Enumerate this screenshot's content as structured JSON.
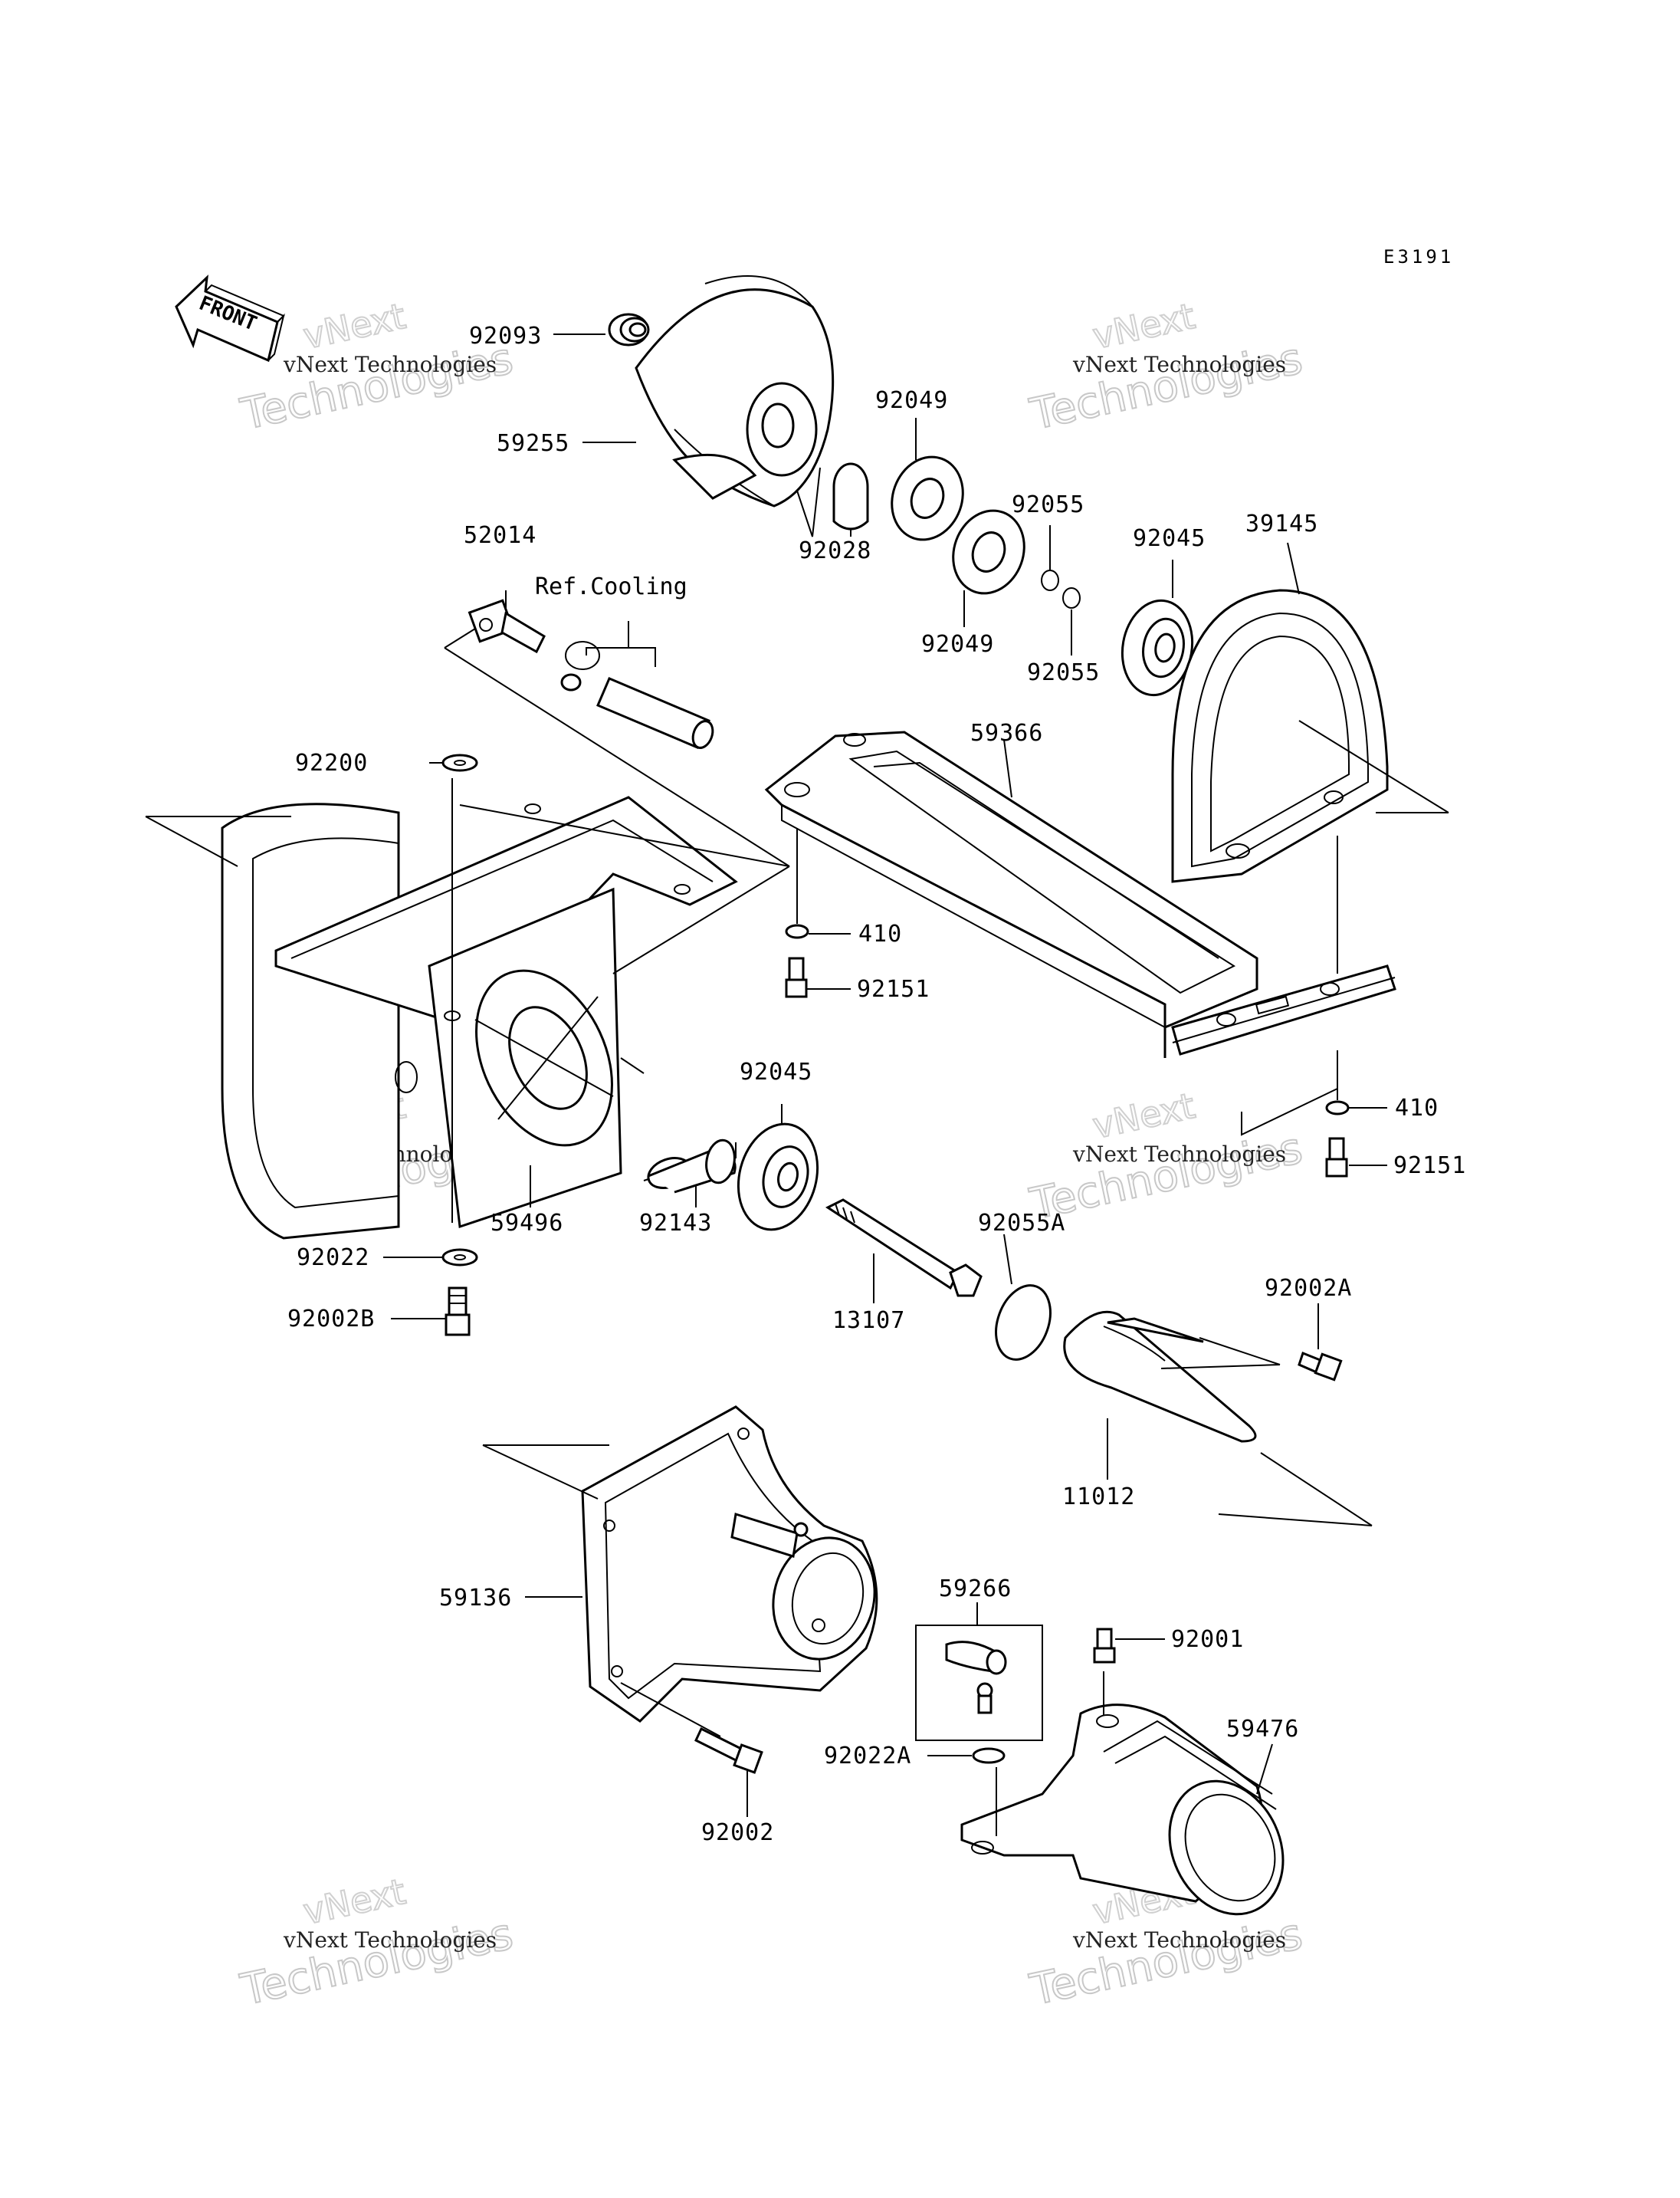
{
  "diagram_code": "E3191",
  "front_label": "FRONT",
  "ref_cooling": "Ref.Cooling",
  "watermark": {
    "line1": "vNext Technologies",
    "line2": "Technologies",
    "line3": "vNext"
  },
  "parts": {
    "p92093": "92093",
    "p59255": "59255",
    "p92049a": "92049",
    "p92028": "92028",
    "p92049b": "92049",
    "p92055a": "92055",
    "p92055b": "92055",
    "p92045a": "92045",
    "p39145": "39145",
    "p52014": "52014",
    "p59366": "59366",
    "p92200": "92200",
    "p410a": "410",
    "p92151a": "92151",
    "p92045b": "92045",
    "p410b": "410",
    "p92151b": "92151",
    "p59496": "59496",
    "p92143": "92143",
    "p92022": "92022",
    "p92055A": "92055A",
    "p92002B": "92002B",
    "p13107": "13107",
    "p92002A": "92002A",
    "p11012": "11012",
    "p59266": "59266",
    "p59136": "59136",
    "p92001": "92001",
    "p59476": "59476",
    "p92022A": "92022A",
    "p92002": "92002"
  }
}
